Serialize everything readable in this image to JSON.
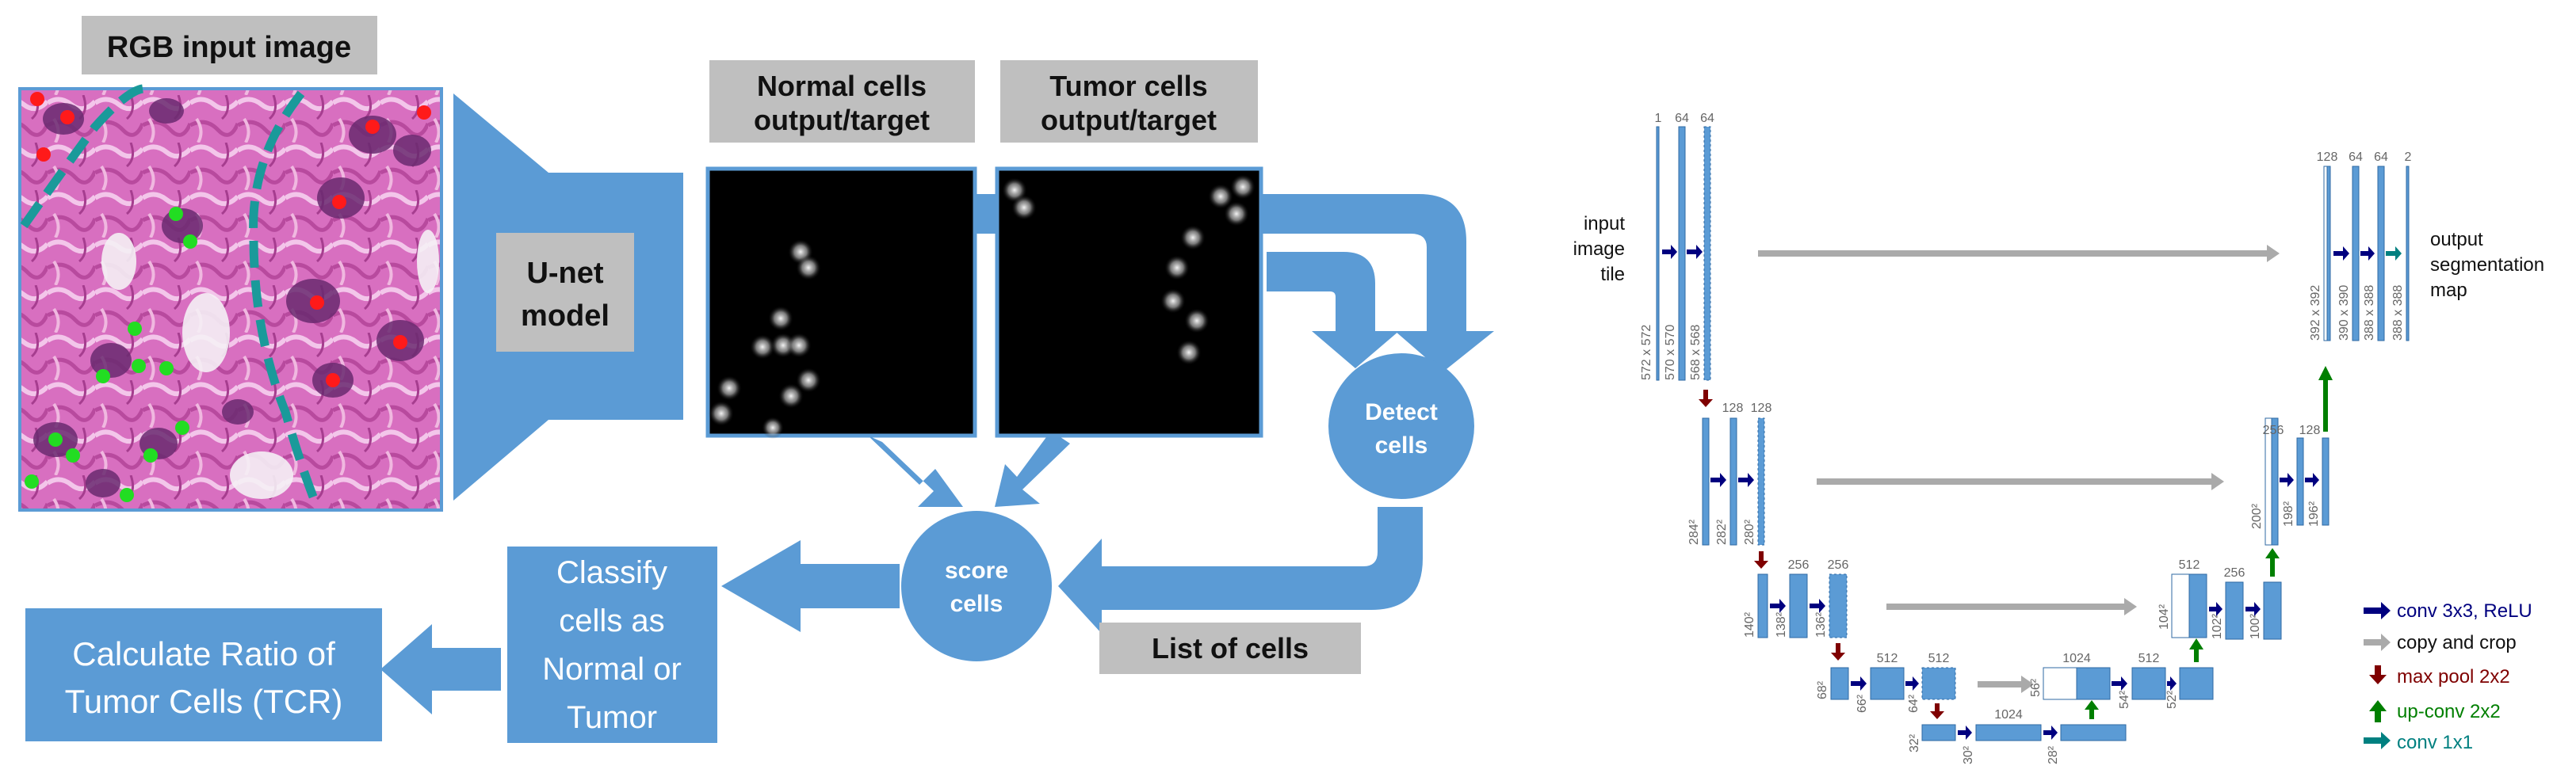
{
  "pipeline": {
    "rgb_input_label": "RGB input image",
    "unet_label_line1": "U-net",
    "unet_label_line2": "model",
    "normal_output_line1": "Normal cells",
    "normal_output_line2": "output/target",
    "tumor_output_line1": "Tumor cells",
    "tumor_output_line2": "output/target",
    "detect_line1": "Detect",
    "detect_line2": "cells",
    "score_line1": "score",
    "score_line2": "cells",
    "list_of_cells": "List of cells",
    "classify_lines": [
      "Classify",
      "cells as",
      "Normal or",
      "Tumor"
    ],
    "ratio_lines": [
      "Calculate Ratio of",
      "Tumor Cells (TCR)"
    ],
    "colors": {
      "accent_blue": "#5b9bd5",
      "label_gray": "#bfbfbf",
      "tissue_pink": "#d76fbf",
      "tumor_dot": "#ff1a1a",
      "normal_dot": "#22dd22",
      "boundary_teal": "#1a9a9a"
    }
  },
  "unet": {
    "input_label": [
      "input",
      "image",
      "tile"
    ],
    "output_label": [
      "output",
      "segmentation",
      "map"
    ],
    "channels": {
      "l1": [
        "1",
        "64",
        "64"
      ],
      "l2": [
        "128",
        "128"
      ],
      "l3": [
        "256",
        "256"
      ],
      "l4": [
        "512",
        "512"
      ],
      "l5": [
        "1024"
      ],
      "u4": [
        "1024",
        "512"
      ],
      "u3": [
        "512",
        "256"
      ],
      "u2": [
        "256",
        "128"
      ],
      "u1": [
        "128",
        "64",
        "64",
        "2"
      ]
    },
    "sizes": {
      "l1": [
        "572 x 572",
        "570 x 570",
        "568 x 568"
      ],
      "l2": [
        "284²",
        "282²",
        "280²"
      ],
      "l3": [
        "140²",
        "138²",
        "136²"
      ],
      "l4": [
        "68²",
        "66²",
        "64²"
      ],
      "l5": [
        "32²",
        "30²",
        "28²"
      ],
      "u4": [
        "56²",
        "54²",
        "52²"
      ],
      "u3": [
        "104²",
        "102²",
        "100²"
      ],
      "u2": [
        "200²",
        "198²",
        "196²"
      ],
      "u1": [
        "392 x 392",
        "390 x 390",
        "388 x 388",
        "388 x 388"
      ]
    },
    "legend": [
      {
        "label": "conv 3x3, ReLU",
        "color": "#00007f",
        "icon": "arrow-right-icon"
      },
      {
        "label": "copy and crop",
        "color": "#aaaaaa",
        "icon": "arrow-right-icon"
      },
      {
        "label": "max pool 2x2",
        "color": "#7f0000",
        "icon": "arrow-down-icon"
      },
      {
        "label": "up-conv 2x2",
        "color": "#007f00",
        "icon": "arrow-up-icon"
      },
      {
        "label": "conv 1x1",
        "color": "#008080",
        "icon": "arrow-right-icon"
      }
    ]
  }
}
